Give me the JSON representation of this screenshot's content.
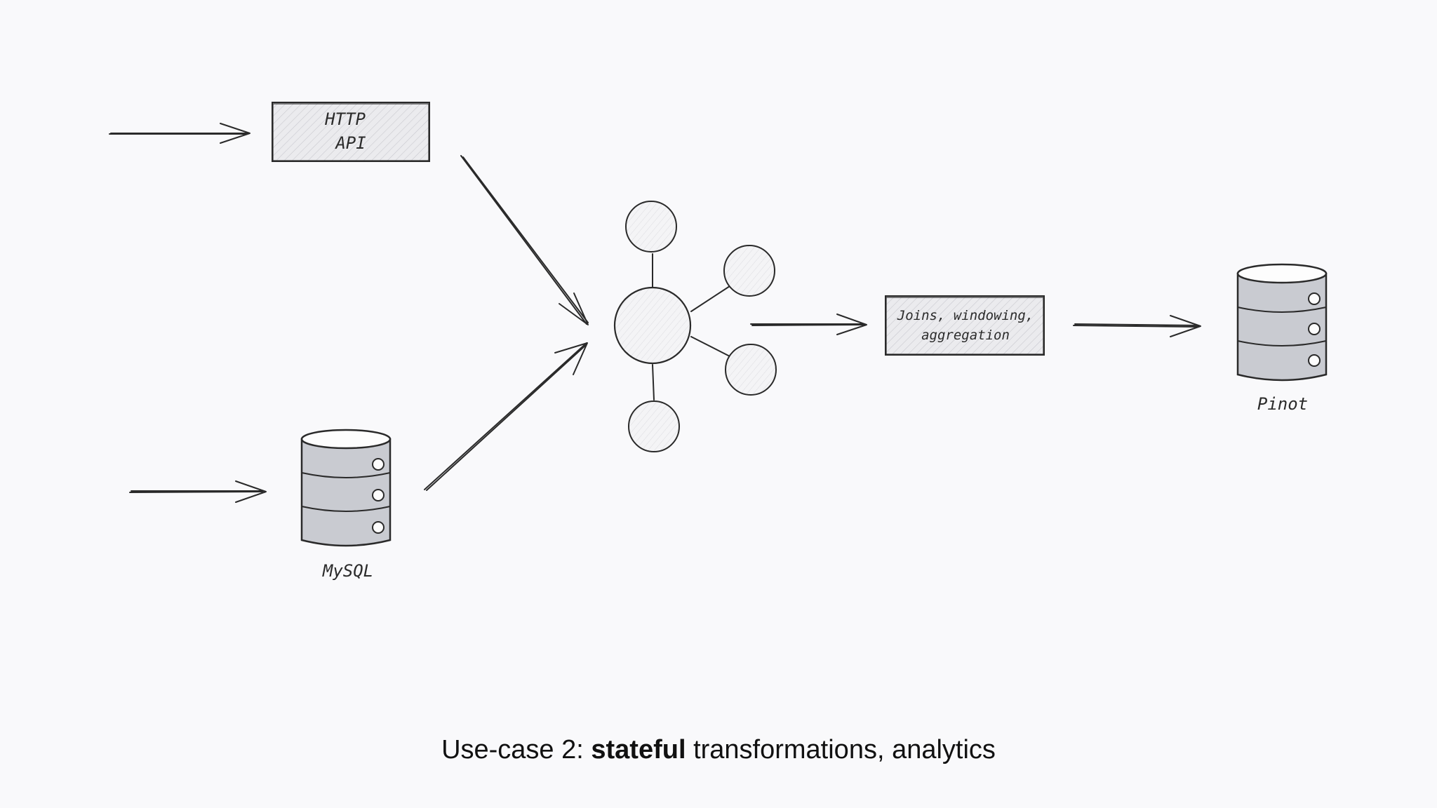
{
  "nodes": {
    "http_api": {
      "line1": "HTTP",
      "line2": "API"
    },
    "mysql": {
      "label": "MySQL"
    },
    "processing": {
      "line1": "Joins, windowing,",
      "line2": "aggregation"
    },
    "pinot": {
      "label": "Pinot"
    }
  },
  "caption": {
    "prefix": "Use-case 2: ",
    "bold": "stateful",
    "suffix": " transformations, analytics"
  },
  "colors": {
    "background": "#f9f9fb",
    "stroke": "#2a2a2a",
    "db_fill": "#c9cbd1",
    "box_fill": "#e7e7ea"
  },
  "icons": [
    "kafka-cluster-icon",
    "database-icon",
    "arrow-icon"
  ]
}
